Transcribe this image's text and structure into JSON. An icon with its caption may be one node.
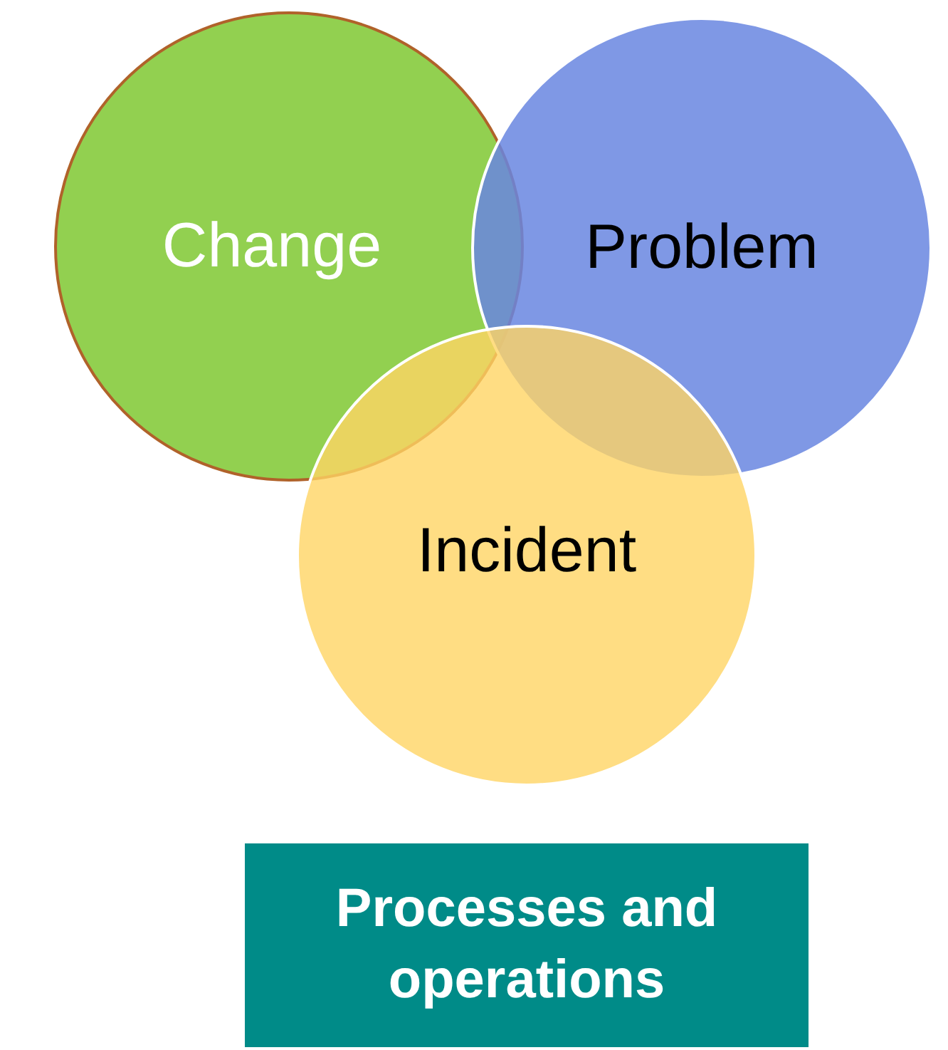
{
  "diagram": {
    "nodes": [
      {
        "text": [
          "Change"
        ]
      },
      {
        "text": [
          "Problem"
        ]
      },
      {
        "text": [
          "Incident"
        ]
      },
      {
        "text": [
          "Processes and operations"
        ]
      }
    ]
  }
}
